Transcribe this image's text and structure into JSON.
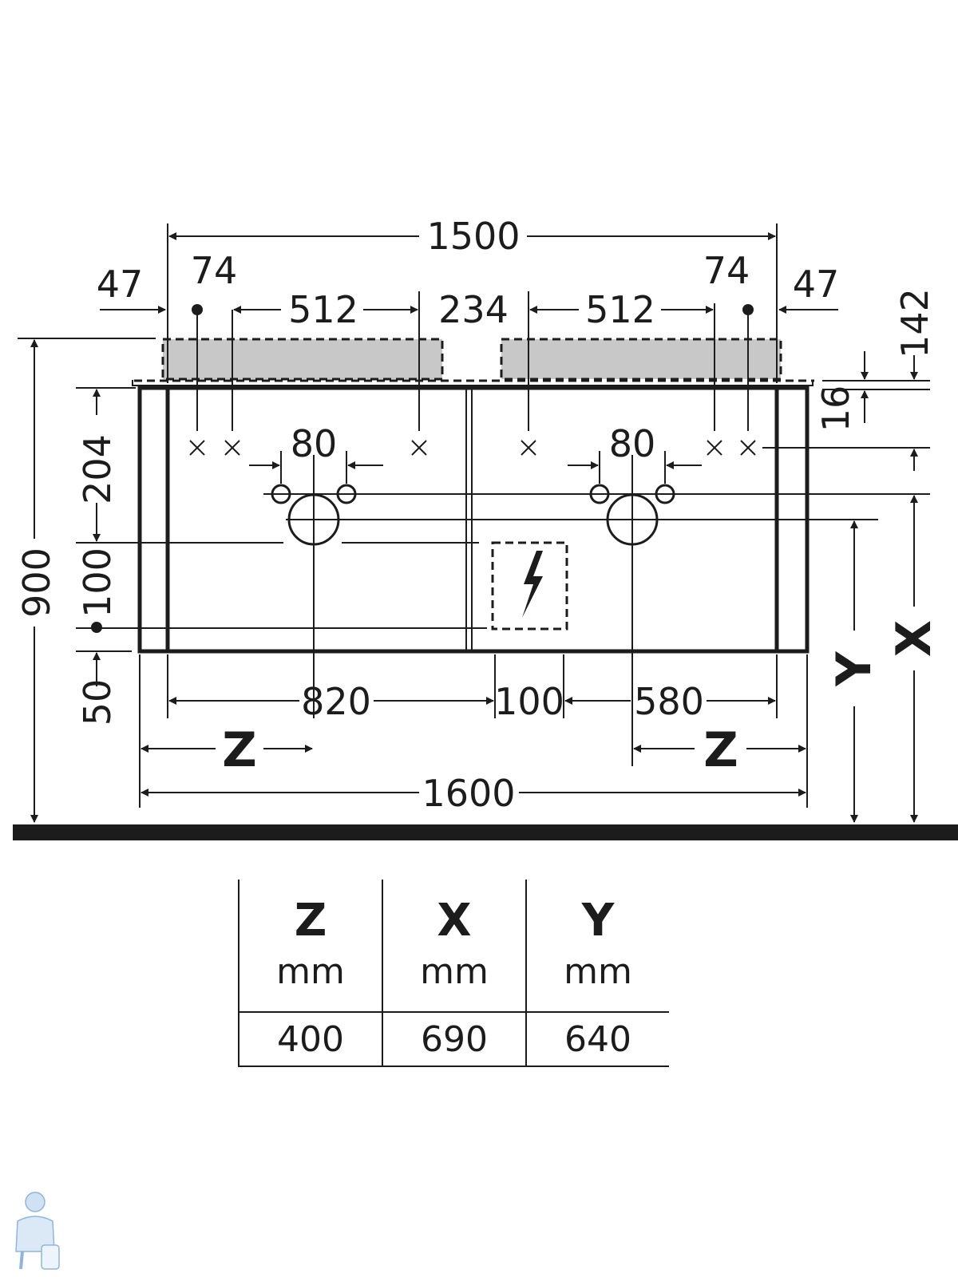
{
  "drawing": {
    "dims": {
      "total_width_top": "1500",
      "left_offset": "47",
      "right_offset": "47",
      "left_tap_offset": "74",
      "right_tap_offset": "74",
      "left_span": "512",
      "right_span": "512",
      "center_gap": "234",
      "top_height": "142",
      "top_thickness": "16",
      "left_drain_height": "204",
      "left_tap_spacing": "80",
      "right_tap_spacing": "80",
      "total_height": "900",
      "socket_height": "100",
      "bottom_gap": "50",
      "left_section": "820",
      "middle_section": "100",
      "right_section": "580",
      "total_width_bottom": "1600",
      "z_left": "Z",
      "z_right": "Z",
      "y_label": "Y",
      "x_label": "X"
    }
  },
  "table": {
    "headers": [
      {
        "letter": "Z",
        "unit": "mm"
      },
      {
        "letter": "X",
        "unit": "mm"
      },
      {
        "letter": "Y",
        "unit": "mm"
      }
    ],
    "values": [
      "400",
      "690",
      "640"
    ]
  }
}
